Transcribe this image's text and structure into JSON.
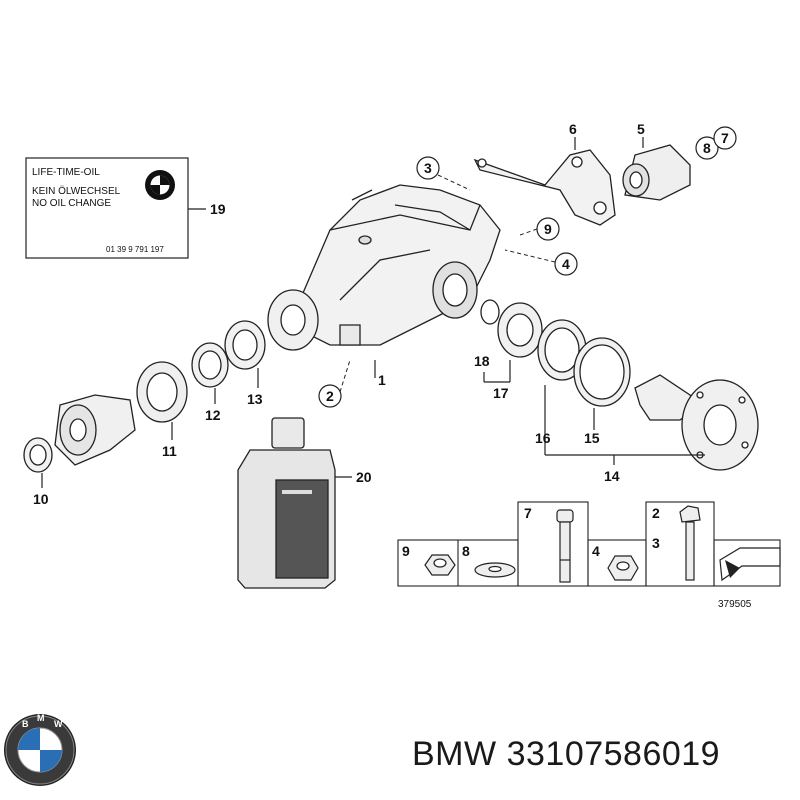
{
  "sticker": {
    "line1": "LIFE-TIME-OIL",
    "line2": "KEIN ÖLWECHSEL",
    "line3": "NO OIL CHANGE",
    "code": "01 39 9 791 197"
  },
  "callouts": {
    "c1": "1",
    "c2": "2",
    "c3": "3",
    "c4": "4",
    "c5": "5",
    "c6": "6",
    "c7": "7",
    "c8": "8",
    "c9": "9",
    "c10": "10",
    "c11": "11",
    "c12": "12",
    "c13": "13",
    "c14": "14",
    "c15": "15",
    "c16": "16",
    "c17": "17",
    "c18": "18",
    "c19": "19",
    "c20": "20"
  },
  "hardware_table": {
    "cells": [
      "9",
      "8",
      "7",
      "4",
      "2",
      "3"
    ]
  },
  "diagram_number": "379505",
  "footer": {
    "brand": "BMW",
    "part_number": "33107586019"
  },
  "colors": {
    "line": "#222222",
    "part_fill": "#f2f2f2",
    "shade": "#d9d9d9",
    "bottle": "#e6e6e6",
    "label_dark": "#555555"
  }
}
